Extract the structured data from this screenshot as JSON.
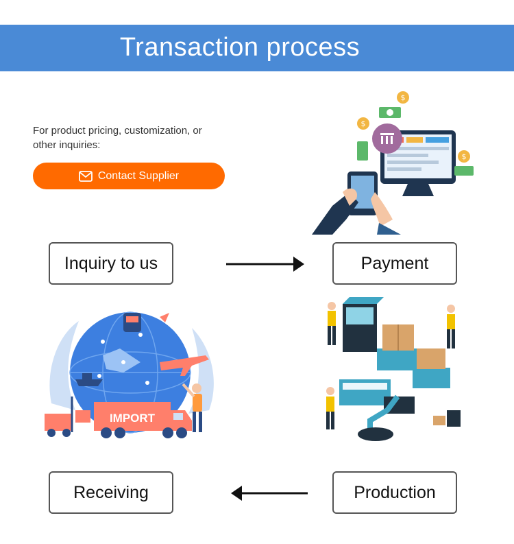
{
  "header": {
    "title": "Transaction process"
  },
  "intro": {
    "line1": "For product pricing, customization, or",
    "line2": "other inquiries:"
  },
  "contact_button": {
    "label": "Contact Supplier",
    "icon": "envelope-icon"
  },
  "steps": {
    "inquiry": "Inquiry to us",
    "payment": "Payment",
    "production": "Production",
    "receiving": "Receiving"
  },
  "illustrations": {
    "globe_truck_label": "IMPORT"
  },
  "colors": {
    "header_bg": "#4a8ad6",
    "button_bg": "#ff6a00",
    "box_border": "#555555"
  }
}
